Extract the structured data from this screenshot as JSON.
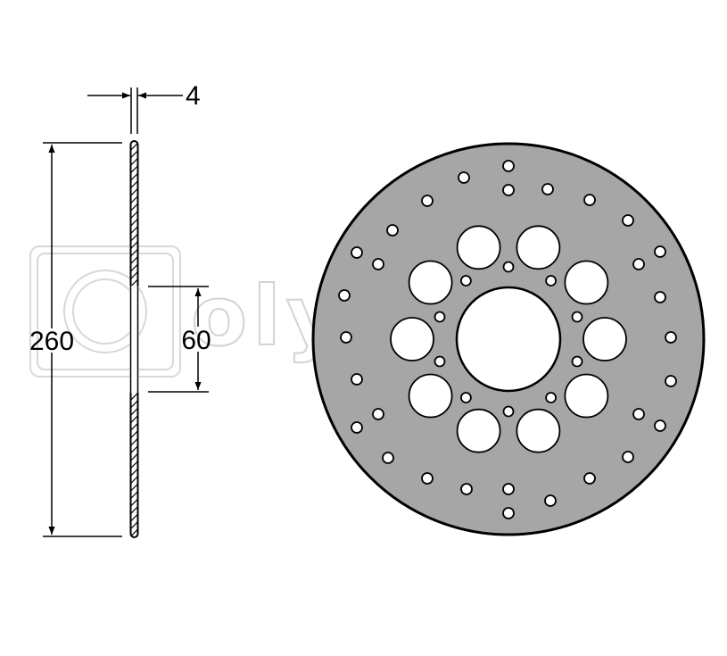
{
  "dimensions": {
    "thickness": "4",
    "outer_diameter": "260",
    "inner_diameter": "60"
  },
  "watermark": {
    "logo_text": "olympia"
  },
  "colors": {
    "disc_fill": "#a6a6a6",
    "line": "#000000",
    "watermark": "#cfcfcf"
  }
}
